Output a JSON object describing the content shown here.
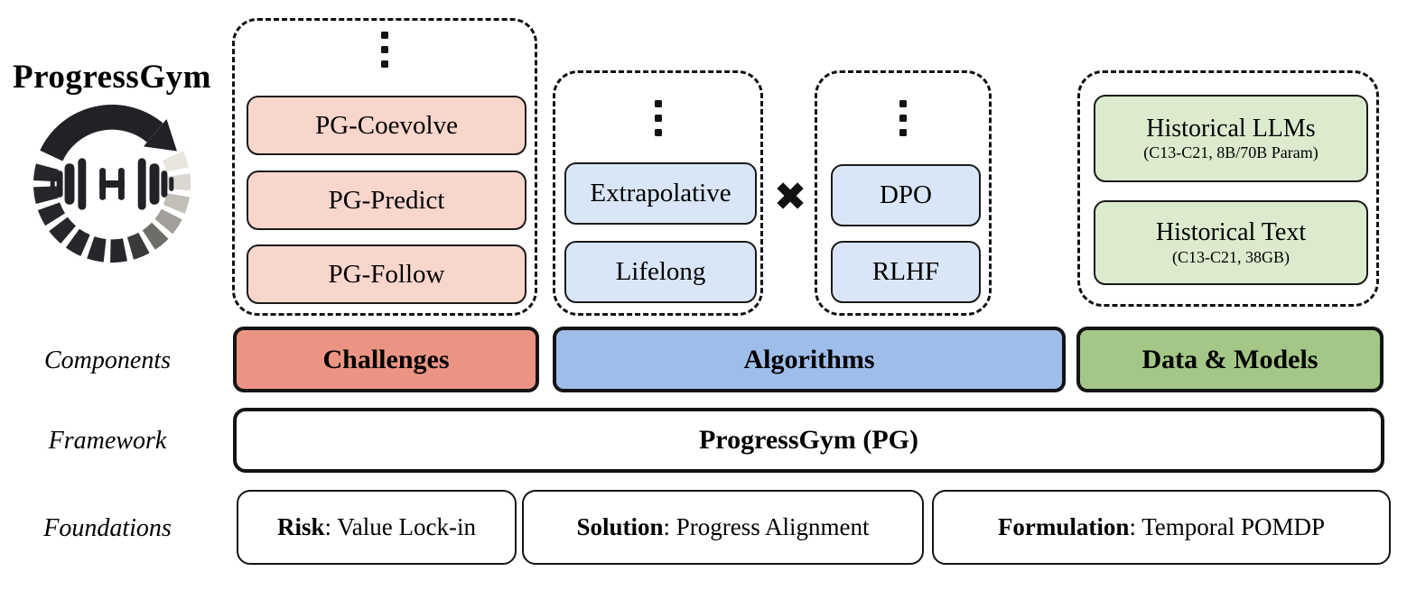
{
  "brand": {
    "title": "ProgressGym"
  },
  "icons": {
    "logo": "circular-progress-arrow-with-dumbbell",
    "vertical_ellipsis": "⋮",
    "cross_product": "✖"
  },
  "groups": {
    "challenges": {
      "items": [
        "PG-Coevolve",
        "PG-Predict",
        "PG-Follow"
      ]
    },
    "approaches": {
      "items": [
        "Extrapolative",
        "Lifelong"
      ]
    },
    "base_algorithms": {
      "items": [
        "DPO",
        "RLHF"
      ]
    },
    "data_models": {
      "items": [
        {
          "title": "Historical LLMs",
          "subtitle": "(C13-C21, 8B/70B Param)"
        },
        {
          "title": "Historical Text",
          "subtitle": "(C13-C21, 38GB)"
        }
      ]
    }
  },
  "row_labels": {
    "components": "Components",
    "framework": "Framework",
    "foundations": "Foundations"
  },
  "components": {
    "challenges": "Challenges",
    "algorithms": "Algorithms",
    "data_models": "Data & Models"
  },
  "framework": {
    "title": "ProgressGym (PG)"
  },
  "foundations": [
    {
      "term": "Risk",
      "separator": ": ",
      "desc": "Value Lock-in"
    },
    {
      "term": "Solution",
      "separator": ": ",
      "desc": "Progress Alignment"
    },
    {
      "term": "Formulation",
      "separator": ": ",
      "desc": "Temporal POMDP"
    }
  ],
  "colors": {
    "challenges_accent": "#ec9484",
    "challenges_light": "#f8d6cb",
    "algorithms_accent": "#9fbde9",
    "algorithms_light": "#d9e6f7",
    "data_models_accent": "#a4c687",
    "data_models_light": "#dceacd",
    "outline": "#141414"
  }
}
